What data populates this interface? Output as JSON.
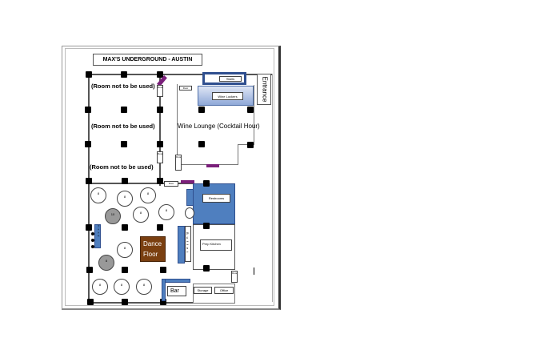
{
  "title": "MAX'S UNDERGROUND - AUSTIN",
  "rooms": {
    "unused1": "(Room not to be used)",
    "unused2": "(Room not to be used)",
    "unused3": "(Room not to be used)",
    "lounge": "Wine Lounge (Cocktail Hour)"
  },
  "labels": {
    "entrance": "Entrance",
    "stairs": "Stairs",
    "wine_lockers": "Wine Lockers",
    "restrooms": "Restrooms",
    "prep_kitchen": "Prep Kitchen",
    "dance": "Dance",
    "floor": "Floor",
    "bar": "Bar",
    "storage": "Storage",
    "office": "Office",
    "buffet": "Buffet",
    "head": "Head",
    "door": "Door"
  },
  "tables": [
    "8",
    "8",
    "8",
    "10",
    "8",
    "8",
    "8",
    "8",
    "8",
    "8",
    "8",
    "8"
  ]
}
